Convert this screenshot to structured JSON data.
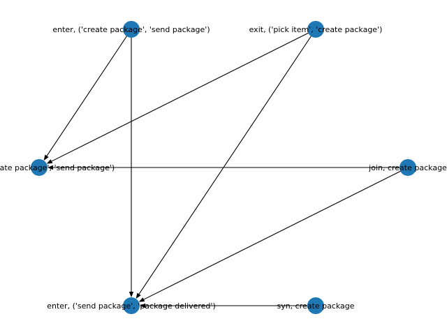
{
  "graph": {
    "node_color": "#1f77b4",
    "edge_color": "#000000",
    "nodes": [
      {
        "id": "n1",
        "label": "enter, ('create package', 'send package')"
      },
      {
        "id": "n2",
        "label": "exit, ('pick item', 'create package')"
      },
      {
        "id": "n3",
        "label": "exit, ('create package', 'send package')"
      },
      {
        "id": "n4",
        "label": "join, create package"
      },
      {
        "id": "n5",
        "label": "enter, ('send package', 'package delivered')"
      },
      {
        "id": "n6",
        "label": "syn, create package"
      }
    ],
    "edges": [
      {
        "source": "n1",
        "target": "n3"
      },
      {
        "source": "n1",
        "target": "n5"
      },
      {
        "source": "n2",
        "target": "n3"
      },
      {
        "source": "n2",
        "target": "n5"
      },
      {
        "source": "n4",
        "target": "n3"
      },
      {
        "source": "n4",
        "target": "n5"
      },
      {
        "source": "n6",
        "target": "n5"
      }
    ]
  }
}
